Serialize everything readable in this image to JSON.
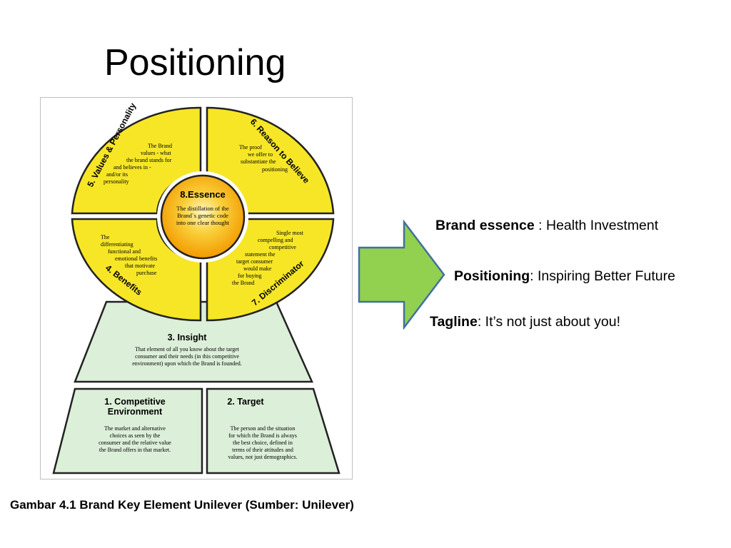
{
  "slide": {
    "title": "Positioning",
    "caption": "Gambar 4.1 Brand Key Element Unilever (Sumber: Unilever)"
  },
  "diagram": {
    "colors": {
      "yellow": "#f6e626",
      "green": "#dcefd9",
      "outline": "#222222",
      "essence_center": "#f6b400",
      "essence_edge": "#f39a00"
    },
    "essence": {
      "title": "8.Essence",
      "body": [
        "The distillation of the",
        "Brand`s genetic code",
        "into one clear thought"
      ]
    },
    "values_personality": {
      "title": "5. Values & Personality",
      "body": [
        "The Brand",
        "values - what",
        "the brand stands for",
        "and believes in -",
        "and/or its",
        "personality"
      ]
    },
    "reason_to_believe": {
      "title": "6. Reason to Believe",
      "body": [
        "The proof",
        "we offer to",
        "substantiate the",
        "positioning"
      ]
    },
    "benefits": {
      "title": "4. Benefits",
      "body": [
        "The",
        "differentiating",
        "functional and",
        "emotional benefits",
        "that motivate",
        "purchase"
      ]
    },
    "discriminator": {
      "title": "7. Discriminator",
      "body": [
        "Single most",
        "compelling and",
        "competitive",
        "statement the",
        "target consumer",
        "would make",
        "for buying",
        "the Brand"
      ]
    },
    "insight": {
      "title": "3. Insight",
      "body": [
        "That element of all you know about the target",
        "consumer and their needs (in this competitive",
        "environment) upon which the Brand is founded."
      ]
    },
    "competitive_environment": {
      "title_lines": [
        "1. Competitive",
        "Environment"
      ],
      "body": [
        "The market and alternative",
        "choices as seen by the",
        "consumer and the relative value",
        "the Brand offers in that market."
      ]
    },
    "target": {
      "title": "2. Target",
      "body": [
        "The person and the situation",
        "for which the Brand is always",
        "the best choice, defined in",
        "terms of their attitudes and",
        "values, not just demographics."
      ]
    }
  },
  "arrow": {
    "fill": "#92d050",
    "stroke": "#41719c"
  },
  "info": {
    "brand_essence": {
      "label": "Brand essence",
      "value": " : Health Investment"
    },
    "positioning": {
      "label": "Positioning",
      "value": ": Inspiring Better Future"
    },
    "tagline": {
      "label": "Tagline",
      "value": ": It’s not just about you!"
    }
  }
}
